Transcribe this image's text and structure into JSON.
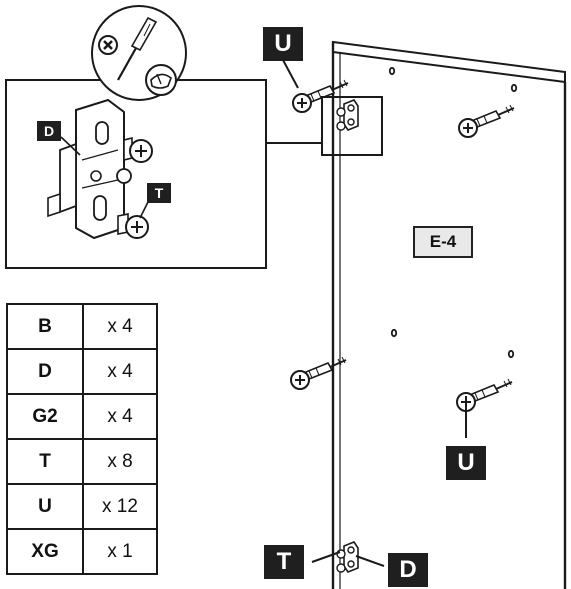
{
  "labels": {
    "screw_u": "U",
    "dowel_t": "T",
    "hinge_plate_d": "D",
    "panel": "E-4"
  },
  "parts": [
    {
      "code": "B",
      "qty": "x 4"
    },
    {
      "code": "D",
      "qty": "x 4"
    },
    {
      "code": "G2",
      "qty": "x 4"
    },
    {
      "code": "T",
      "qty": "x 8"
    },
    {
      "code": "U",
      "qty": "x 12"
    },
    {
      "code": "XG",
      "qty": "x 1"
    }
  ],
  "icons": [
    "phillips-screwdriver-icon",
    "no-drill-icon"
  ],
  "colors": {
    "ink": "#1f1f1f",
    "panel_label_bg": "#e9e9e9"
  }
}
